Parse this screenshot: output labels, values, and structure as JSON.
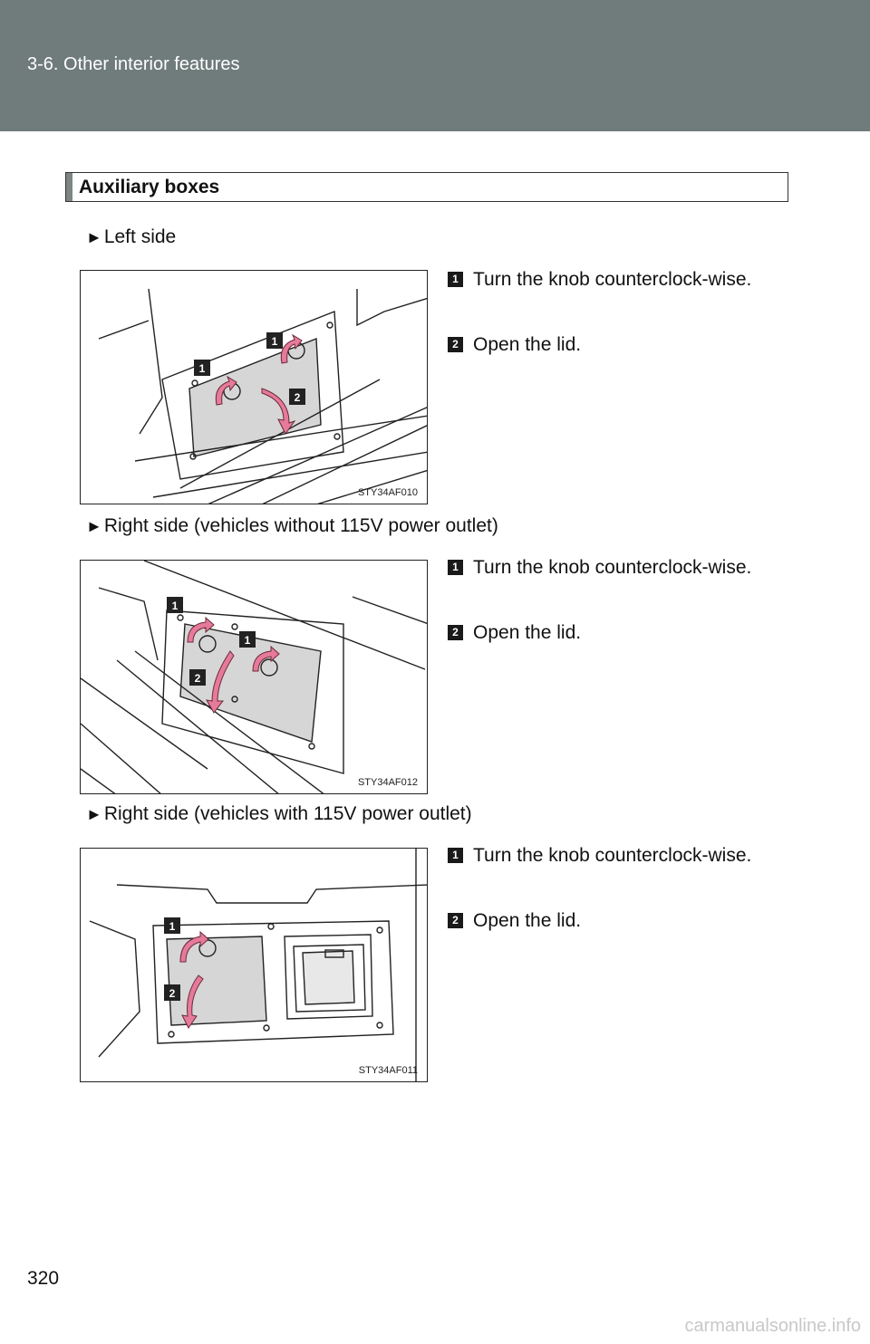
{
  "header": {
    "section": "3-6. Other interior features"
  },
  "title": "Auxiliary boxes",
  "sections": [
    {
      "heading": "Left side",
      "figure_code": "STY34AF010",
      "steps": [
        {
          "num": "1",
          "text": "Turn the knob counterclock-wise."
        },
        {
          "num": "2",
          "text": "Open the lid."
        }
      ]
    },
    {
      "heading": "Right side (vehicles without 115V power outlet)",
      "figure_code": "STY34AF012",
      "steps": [
        {
          "num": "1",
          "text": "Turn the knob counterclock-wise."
        },
        {
          "num": "2",
          "text": "Open the lid."
        }
      ]
    },
    {
      "heading": "Right side (vehicles with 115V power outlet)",
      "figure_code": "STY34AF011",
      "steps": [
        {
          "num": "1",
          "text": "Turn the knob counterclock-wise."
        },
        {
          "num": "2",
          "text": "Open the lid."
        }
      ]
    }
  ],
  "page_number": "320",
  "watermark": "carmanualsonline.info",
  "colors": {
    "header_band": "#6f7c7b",
    "arrow": "#e67a9a",
    "title_accent": "#7c8584"
  }
}
